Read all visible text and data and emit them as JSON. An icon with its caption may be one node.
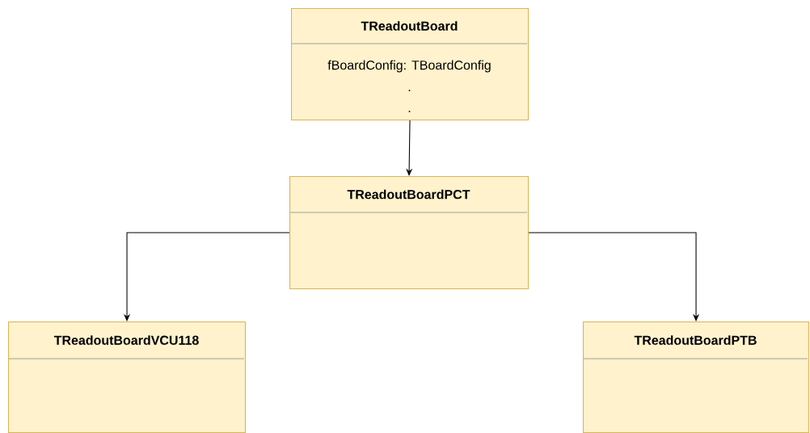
{
  "diagram": {
    "nodes": [
      {
        "text": [
          "TReadoutBoard",
          "fBoardConfig: TBoardConfig",
          ".",
          "."
        ]
      },
      {
        "text": [
          "TReadoutBoardPCT"
        ]
      },
      {
        "text": [
          "TReadoutBoardVCU118"
        ]
      },
      {
        "text": [
          "TReadoutBoardPTB"
        ]
      }
    ],
    "edges": [
      {
        "from": 0,
        "to": 1,
        "arrow": "to"
      },
      {
        "from": 1,
        "to": 2,
        "arrow": "to"
      },
      {
        "from": 1,
        "to": 3,
        "arrow": "to"
      }
    ]
  }
}
